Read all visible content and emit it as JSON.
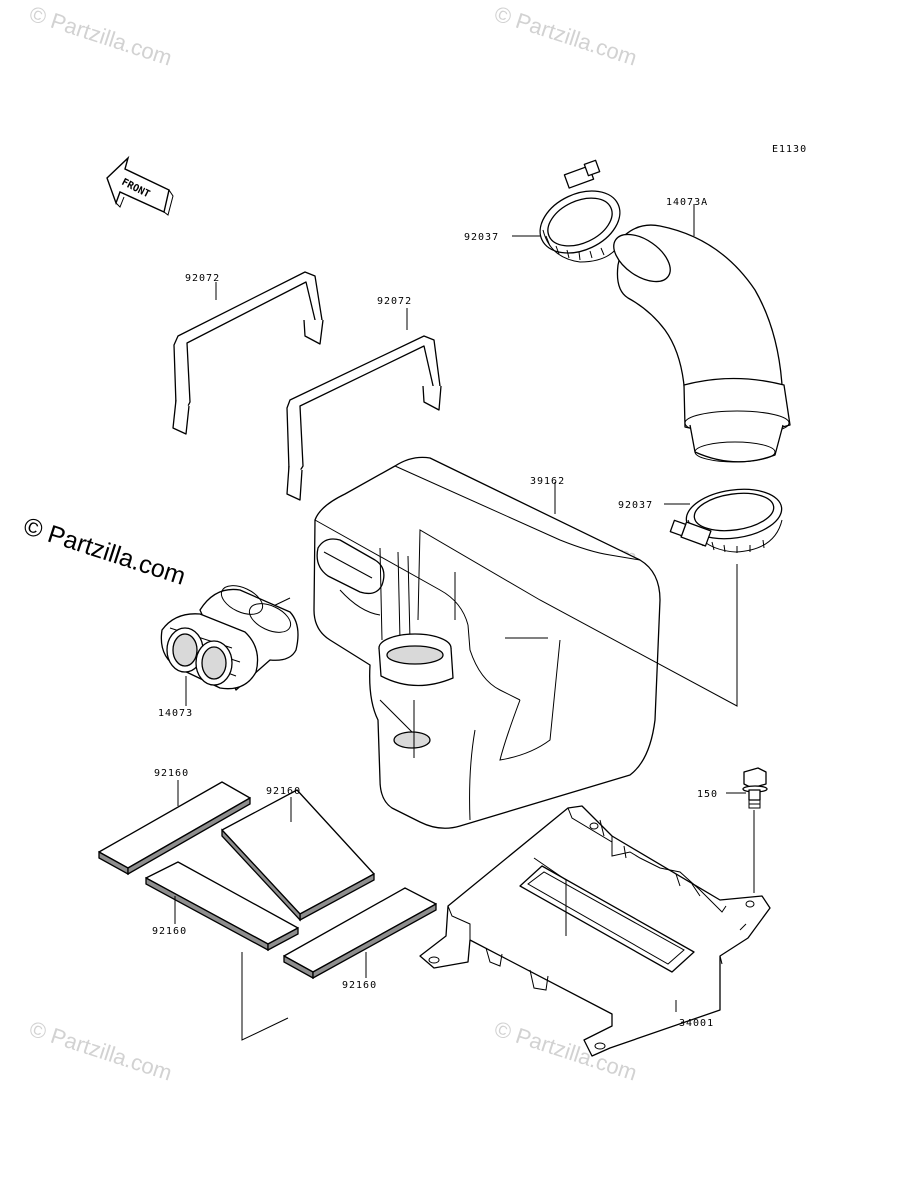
{
  "diagram": {
    "code": "E1130",
    "front_label": "FRONT",
    "labels": {
      "clamp_upper": "92037",
      "hose_elbow": "14073A",
      "strap_left": "92072",
      "strap_right": "92072",
      "tank": "39162",
      "clamp_lower": "92037",
      "intake_duct": "14073",
      "pad_1": "92160",
      "pad_2": "92160",
      "pad_3": "92160",
      "pad_4": "92160",
      "bolt": "150",
      "bracket": "34001"
    }
  },
  "watermarks": {
    "small": "© Partzilla.com",
    "large": "© Partzilla.com"
  }
}
